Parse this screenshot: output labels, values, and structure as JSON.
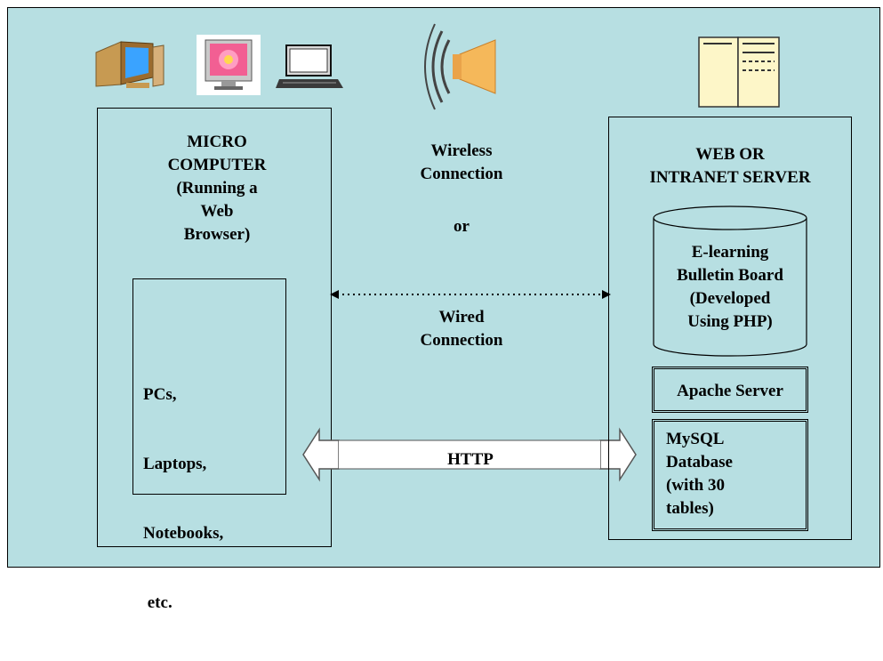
{
  "client": {
    "title_lines": [
      "MICRO",
      "COMPUTER",
      "(Running a",
      "Web",
      "Browser)"
    ],
    "devices_lines": [
      "PCs,",
      "Laptops,",
      "Notebooks,",
      " etc."
    ]
  },
  "connection": {
    "wireless_lines": [
      "Wireless",
      "Connection"
    ],
    "or": "or",
    "wired_lines": [
      "Wired",
      "Connection"
    ],
    "protocol": "HTTP"
  },
  "server": {
    "title_lines": [
      "WEB OR",
      "INTRANET SERVER"
    ],
    "database_lines": [
      "E-learning",
      "Bulletin Board",
      "(Developed",
      "Using PHP)"
    ],
    "apache": "Apache Server",
    "mysql_lines": [
      "MySQL",
      "Database",
      "(with 30",
      "tables)"
    ]
  },
  "icons": [
    "desktop-computer-icon",
    "monitor-flower-icon",
    "laptop-icon",
    "wireless-speaker-icon",
    "server-icon"
  ],
  "colors": {
    "background": "#b7dfe2",
    "server_icon": "#fdf6c8",
    "speaker": "#f5b85a"
  }
}
